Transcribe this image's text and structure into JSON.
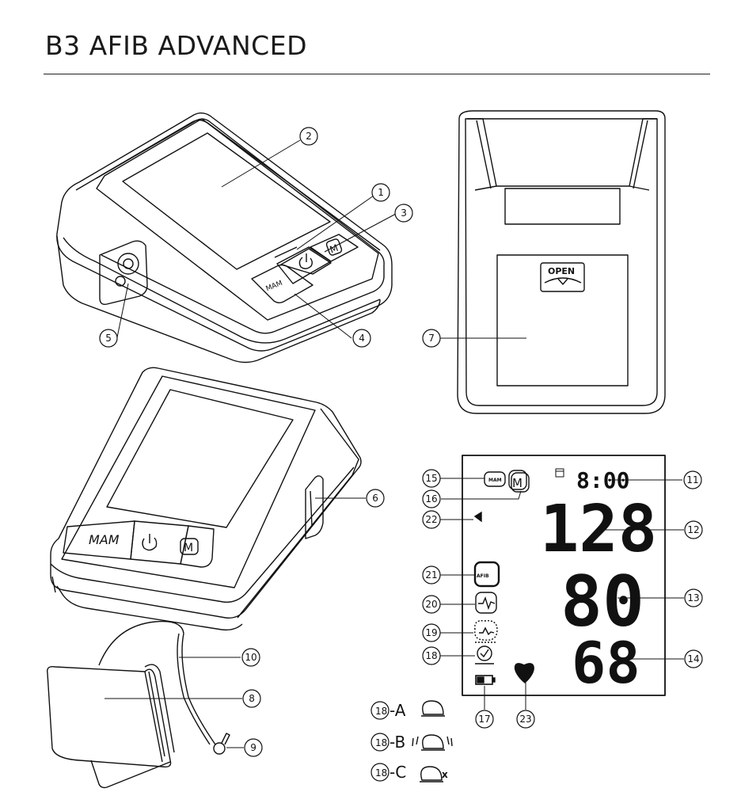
{
  "title": "B3 AFIB ADVANCED",
  "callouts": [
    "1",
    "2",
    "3",
    "4",
    "5",
    "6",
    "7",
    "8",
    "9",
    "10",
    "11",
    "12",
    "13",
    "14",
    "15",
    "16",
    "17",
    "18",
    "19",
    "20",
    "21",
    "22",
    "23"
  ],
  "buttons": {
    "mam": "MAM",
    "memory": "M",
    "open": "OPEN",
    "afib": "AFIB"
  },
  "display": {
    "time": "8:00",
    "systolic": "128",
    "diastolic": "80",
    "pulse": "68"
  },
  "cuff_variants": [
    {
      "num": "18",
      "suffix": "-A"
    },
    {
      "num": "18",
      "suffix": "-B"
    },
    {
      "num": "18",
      "suffix": "-C"
    }
  ],
  "cuff_x_mark": "x"
}
